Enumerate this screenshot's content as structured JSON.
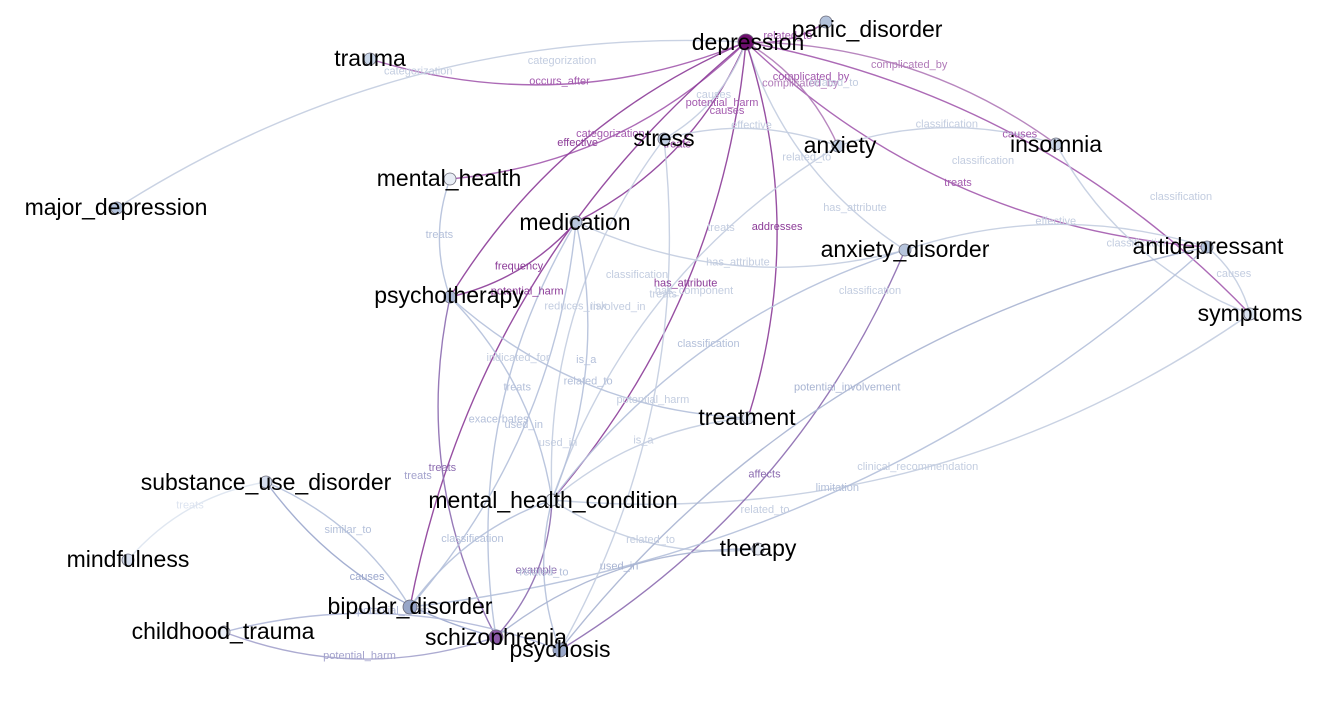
{
  "graph": {
    "nodes": [
      {
        "id": "depression",
        "label": "depression",
        "color": "#6e0f6e"
      },
      {
        "id": "panic_disorder",
        "label": "panic_disorder",
        "color": "#b3c2db"
      },
      {
        "id": "trauma",
        "label": "trauma",
        "color": "#c9d6e8"
      },
      {
        "id": "stress",
        "label": "stress",
        "color": "#c3d0e4"
      },
      {
        "id": "anxiety",
        "label": "anxiety",
        "color": "#c3d0e4"
      },
      {
        "id": "insomnia",
        "label": "insomnia",
        "color": "#c9d6e8"
      },
      {
        "id": "mental_health",
        "label": "mental_health",
        "color": "#e8edf5"
      },
      {
        "id": "major_depression",
        "label": "major_depression",
        "color": "#b3c2db"
      },
      {
        "id": "medication",
        "label": "medication",
        "color": "#b9c7de"
      },
      {
        "id": "anxiety_disorder",
        "label": "anxiety_disorder",
        "color": "#b6c4dc"
      },
      {
        "id": "antidepressant",
        "label": "antidepressant",
        "color": "#b3c2db"
      },
      {
        "id": "psychotherapy",
        "label": "psychotherapy",
        "color": "#a9b6d3"
      },
      {
        "id": "symptoms",
        "label": "symptoms",
        "color": "#dbe3ef"
      },
      {
        "id": "treatment",
        "label": "treatment",
        "color": "#e8edf5"
      },
      {
        "id": "substance_use_disorder",
        "label": "substance_use_disorder",
        "color": "#d5dded"
      },
      {
        "id": "mental_health_condition",
        "label": "mental_health_condition",
        "color": "#e8edf5"
      },
      {
        "id": "mindfulness",
        "label": "mindfulness",
        "color": "#d5dded"
      },
      {
        "id": "therapy",
        "label": "therapy",
        "color": "#e8edf5"
      },
      {
        "id": "bipolar_disorder",
        "label": "bipolar_disorder",
        "color": "#98a6c8"
      },
      {
        "id": "childhood_trauma",
        "label": "childhood_trauma",
        "color": "#e8edf5"
      },
      {
        "id": "schizophrenia",
        "label": "schizophrenia",
        "color": "#8c5aa8"
      },
      {
        "id": "psychosis",
        "label": "psychosis",
        "color": "#9aa8ca"
      }
    ],
    "edges": [
      {
        "from": "trauma",
        "to": "depression",
        "label": "occurs_after",
        "color": "#a35aae"
      },
      {
        "from": "major_depression",
        "to": "depression",
        "label": "categorization",
        "color": "#c3cde0"
      },
      {
        "from": "depression",
        "to": "panic_disorder",
        "label": "related_to",
        "color": "#a35aae"
      },
      {
        "from": "depression",
        "to": "insomnia",
        "label": "complicated_by",
        "color": "#b07ab8"
      },
      {
        "from": "depression",
        "to": "antidepressant",
        "label": "treats",
        "color": "#a35aae"
      },
      {
        "from": "depression",
        "to": "symptoms",
        "label": "causes",
        "color": "#a35aae"
      },
      {
        "from": "mental_health",
        "to": "depression",
        "label": "categorization",
        "color": "#a35aae"
      },
      {
        "from": "depression",
        "to": "anxiety",
        "label": "complicated_by",
        "color": "#b07ab8"
      },
      {
        "from": "depression",
        "to": "anxiety_disorder",
        "label": "related_to",
        "color": "#c3cde0"
      },
      {
        "from": "depression",
        "to": "treatment",
        "label": "addresses",
        "color": "#8c3c98"
      },
      {
        "from": "medication",
        "to": "depression",
        "label": "treats",
        "color": "#8c3c98"
      },
      {
        "from": "psychotherapy",
        "to": "depression",
        "label": "effective",
        "color": "#8c3c98"
      },
      {
        "from": "stress",
        "to": "depression",
        "label": "causes",
        "color": "#c3cde0"
      },
      {
        "from": "depression",
        "to": "mental_health_condition",
        "label": "has_attribute",
        "color": "#8c3c98"
      },
      {
        "from": "depression",
        "to": "bipolar_disorder",
        "label": "potential_harm",
        "color": "#8c3c98"
      },
      {
        "from": "stress",
        "to": "anxiety",
        "label": "effective",
        "color": "#c3cde0"
      },
      {
        "from": "stress",
        "to": "mental_health_condition",
        "label": "reduces_risk",
        "color": "#c3cde0"
      },
      {
        "from": "anxiety",
        "to": "insomnia",
        "label": "classification",
        "color": "#c3cde0"
      },
      {
        "from": "anxiety",
        "to": "mental_health_condition",
        "label": "treats",
        "color": "#c3cde0"
      },
      {
        "from": "anxiety_disorder",
        "to": "antidepressant",
        "label": "effective",
        "color": "#c3cde0"
      },
      {
        "from": "insomnia",
        "to": "symptoms",
        "label": "classification",
        "color": "#c3cde0"
      },
      {
        "from": "antidepressant",
        "to": "symptoms",
        "label": "causes",
        "color": "#c3cde0"
      },
      {
        "from": "mental_health",
        "to": "psychotherapy",
        "label": "treats",
        "color": "#b4c0da"
      },
      {
        "from": "medication",
        "to": "psychotherapy",
        "label": "frequency",
        "color": "#8c3c98"
      },
      {
        "from": "medication",
        "to": "anxiety_disorder",
        "label": "has_attribute",
        "color": "#c3cde0"
      },
      {
        "from": "medication",
        "to": "mental_health_condition",
        "label": "is_a",
        "color": "#b4c0da"
      },
      {
        "from": "psychotherapy",
        "to": "treatment",
        "label": "related_to",
        "color": "#b4c0da"
      },
      {
        "from": "psychotherapy",
        "to": "mental_health_condition",
        "label": "treats",
        "color": "#b4c0da"
      },
      {
        "from": "psychotherapy",
        "to": "schizophrenia",
        "label": "treats",
        "color": "#8c6cb0"
      },
      {
        "from": "mental_health_condition",
        "to": "treatment",
        "label": "is_a",
        "color": "#c3cde0"
      },
      {
        "from": "mental_health_condition",
        "to": "therapy",
        "label": "related_to",
        "color": "#c3cde0"
      },
      {
        "from": "mental_health_condition",
        "to": "anxiety_disorder",
        "label": "classification",
        "color": "#b4c0da"
      },
      {
        "from": "mental_health_condition",
        "to": "symptoms",
        "label": "clinical_recommendation",
        "color": "#c3cde0"
      },
      {
        "from": "anxiety_disorder",
        "to": "psychosis",
        "label": "affects",
        "color": "#8c6cb0"
      },
      {
        "from": "antidepressant",
        "to": "psychosis",
        "label": "potential_involvement",
        "color": "#a8b4d2"
      },
      {
        "from": "antidepressant",
        "to": "bipolar_disorder",
        "label": "limitation",
        "color": "#b4c0da"
      },
      {
        "from": "substance_use_disorder",
        "to": "mindfulness",
        "label": "treats",
        "color": "#dde4f0"
      },
      {
        "from": "substance_use_disorder",
        "to": "bipolar_disorder",
        "label": "similar_to",
        "color": "#b4c0da"
      },
      {
        "from": "substance_use_disorder",
        "to": "schizophrenia",
        "label": "causes",
        "color": "#9aa6cc"
      },
      {
        "from": "bipolar_disorder",
        "to": "mental_health_condition",
        "label": "classification",
        "color": "#b4c0da"
      },
      {
        "from": "childhood_trauma",
        "to": "schizophrenia",
        "label": "potential_harm",
        "color": "#a3a2cc"
      },
      {
        "from": "childhood_trauma",
        "to": "psychosis",
        "label": "potential_harm",
        "color": "#b0b8d8"
      },
      {
        "from": "schizophrenia",
        "to": "mental_health_condition",
        "label": "example",
        "color": "#8c6cb0"
      },
      {
        "from": "psychosis",
        "to": "mental_health_condition",
        "label": "related_to",
        "color": "#b4c0da"
      },
      {
        "from": "therapy",
        "to": "schizophrenia",
        "label": "used_in",
        "color": "#a8b4d2"
      },
      {
        "from": "medication",
        "to": "bipolar_disorder",
        "label": "used_in",
        "color": "#b4c0da"
      },
      {
        "from": "medication",
        "to": "schizophrenia",
        "label": "exacerbates",
        "color": "#b4c0da"
      },
      {
        "from": "stress",
        "to": "psychosis",
        "label": "potential_harm",
        "color": "#c3cde0"
      }
    ],
    "extra_edge_labels": [
      {
        "label": "categorization",
        "color": "#c3cde0"
      },
      {
        "label": "potential_harm",
        "color": "#a35aae"
      },
      {
        "label": "complicated_by",
        "color": "#a35aae"
      },
      {
        "label": "related_to",
        "color": "#c3cde0"
      },
      {
        "label": "causes",
        "color": "#a35aae"
      },
      {
        "label": "has_component",
        "color": "#c3cde0"
      },
      {
        "label": "involved_in",
        "color": "#c3cde0"
      },
      {
        "label": "indicated_for",
        "color": "#c3cde0"
      },
      {
        "label": "classification",
        "color": "#c3cde0"
      },
      {
        "label": "classification",
        "color": "#c3cde0"
      },
      {
        "label": "has_attribute",
        "color": "#c3cde0"
      },
      {
        "label": "treats",
        "color": "#c3cde0"
      },
      {
        "label": "treats",
        "color": "#a3a2cc"
      },
      {
        "label": "used_in",
        "color": "#c3cde0"
      },
      {
        "label": "related_to",
        "color": "#c3cde0"
      },
      {
        "label": "classification",
        "color": "#c3cde0"
      },
      {
        "label": "classification",
        "color": "#c3cde0"
      }
    ]
  }
}
